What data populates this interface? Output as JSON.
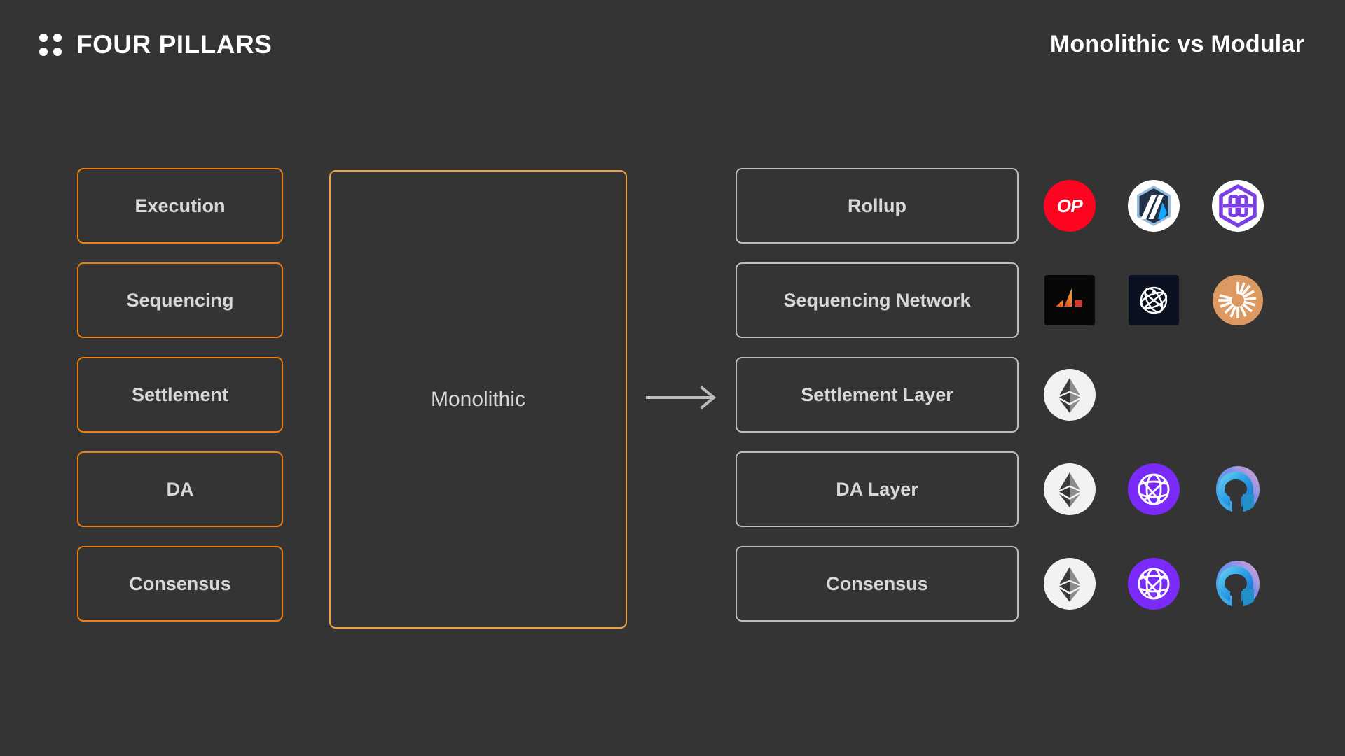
{
  "header": {
    "brand_name": "FOUR PILLARS",
    "brand_mark_icon": "four-dot-grid-icon",
    "deck_title": "Monolithic vs Modular"
  },
  "theme": {
    "background": "#343434",
    "pillar_border": "#EE8013",
    "monolithic_border": "#F0A03C",
    "layer_border": "#bdbdbd",
    "label_text": "#d8d8d8",
    "title_text": "#ffffff"
  },
  "diagram": {
    "arrow_icon": "right-arrow-icon",
    "pillars": [
      {
        "label": "Execution"
      },
      {
        "label": "Sequencing"
      },
      {
        "label": "Settlement"
      },
      {
        "label": "DA"
      },
      {
        "label": "Consensus"
      }
    ],
    "monolithic": {
      "label": "Monolithic"
    },
    "layers": [
      {
        "label": "Rollup",
        "logos": [
          {
            "name": "optimism-logo",
            "text": "OP",
            "color": "#FF0420"
          },
          {
            "name": "arbitrum-logo",
            "text": "",
            "color": "#12AAFF"
          },
          {
            "name": "polygon-zkevm-logo",
            "text": "",
            "color": "#7B3FE4"
          }
        ]
      },
      {
        "label": "Sequencing Network",
        "logos": [
          {
            "name": "astria-logo",
            "text": "",
            "color": "#E8762C"
          },
          {
            "name": "radius-logo",
            "text": "",
            "color": "#0B1020"
          },
          {
            "name": "espresso-logo",
            "text": "",
            "color": "#DC9A62"
          }
        ]
      },
      {
        "label": "Settlement Layer",
        "logos": [
          {
            "name": "ethereum-logo",
            "text": "",
            "color": "#ffffff"
          }
        ]
      },
      {
        "label": "DA Layer",
        "logos": [
          {
            "name": "ethereum-logo",
            "text": "",
            "color": "#ffffff"
          },
          {
            "name": "celestia-logo",
            "text": "",
            "color": "#7B2BF9"
          },
          {
            "name": "avail-logo",
            "text": "",
            "color": "#29B6F6"
          }
        ]
      },
      {
        "label": "Consensus",
        "logos": [
          {
            "name": "ethereum-logo",
            "text": "",
            "color": "#ffffff"
          },
          {
            "name": "celestia-logo",
            "text": "",
            "color": "#7B2BF9"
          },
          {
            "name": "avail-logo",
            "text": "",
            "color": "#29B6F6"
          }
        ]
      }
    ]
  }
}
